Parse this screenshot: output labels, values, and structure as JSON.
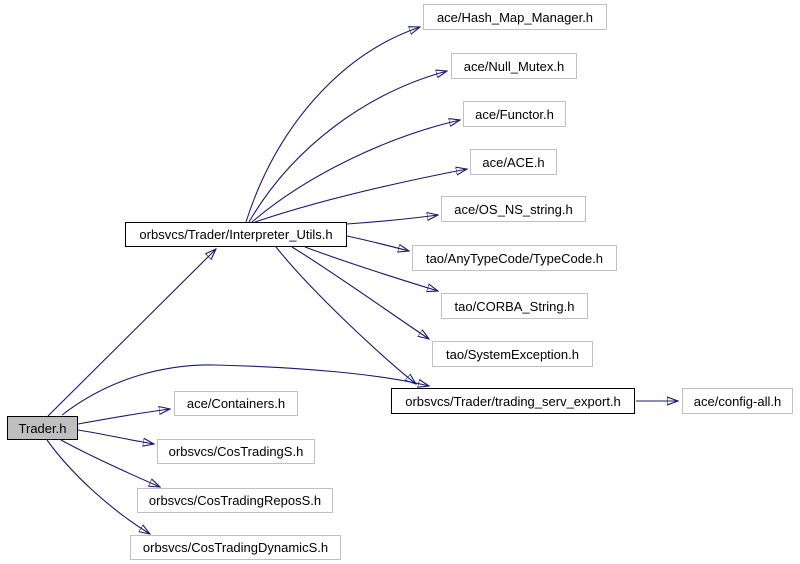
{
  "diagram": {
    "kind": "include-dependency-graph",
    "root_file": "Trader.h"
  },
  "colors": {
    "edge": "#191970",
    "node_border": "#c0c0c0",
    "highlight_border": "#000000",
    "root_fill": "#bfbfbf",
    "node_fill": "#ffffff",
    "background": "#ffffff",
    "text": "#000000"
  },
  "nodes": [
    {
      "id": "trader",
      "label": "Trader.h",
      "style": "root"
    },
    {
      "id": "interpreter-utils",
      "label": "orbsvcs/Trader/Interpreter_Utils.h",
      "style": "highlight"
    },
    {
      "id": "hash-map-manager",
      "label": "ace/Hash_Map_Manager.h",
      "style": "normal"
    },
    {
      "id": "null-mutex",
      "label": "ace/Null_Mutex.h",
      "style": "normal"
    },
    {
      "id": "functor",
      "label": "ace/Functor.h",
      "style": "normal"
    },
    {
      "id": "ace",
      "label": "ace/ACE.h",
      "style": "normal"
    },
    {
      "id": "os-ns-string",
      "label": "ace/OS_NS_string.h",
      "style": "normal"
    },
    {
      "id": "typecode",
      "label": "tao/AnyTypeCode/TypeCode.h",
      "style": "normal"
    },
    {
      "id": "corba-string",
      "label": "tao/CORBA_String.h",
      "style": "normal"
    },
    {
      "id": "system-exception",
      "label": "tao/SystemException.h",
      "style": "normal"
    },
    {
      "id": "trading-serv-export",
      "label": "orbsvcs/Trader/trading_serv_export.h",
      "style": "highlight"
    },
    {
      "id": "config-all",
      "label": "ace/config-all.h",
      "style": "normal"
    },
    {
      "id": "containers",
      "label": "ace/Containers.h",
      "style": "normal"
    },
    {
      "id": "cos-trading-s",
      "label": "orbsvcs/CosTradingS.h",
      "style": "normal"
    },
    {
      "id": "cos-trading-repos-s",
      "label": "orbsvcs/CosTradingReposS.h",
      "style": "normal"
    },
    {
      "id": "cos-trading-dynamic-s",
      "label": "orbsvcs/CosTradingDynamicS.h",
      "style": "normal"
    }
  ],
  "edges": [
    {
      "from": "trader",
      "to": "interpreter-utils"
    },
    {
      "from": "trader",
      "to": "trading-serv-export"
    },
    {
      "from": "trader",
      "to": "containers"
    },
    {
      "from": "trader",
      "to": "cos-trading-s"
    },
    {
      "from": "trader",
      "to": "cos-trading-repos-s"
    },
    {
      "from": "trader",
      "to": "cos-trading-dynamic-s"
    },
    {
      "from": "interpreter-utils",
      "to": "hash-map-manager"
    },
    {
      "from": "interpreter-utils",
      "to": "null-mutex"
    },
    {
      "from": "interpreter-utils",
      "to": "functor"
    },
    {
      "from": "interpreter-utils",
      "to": "ace"
    },
    {
      "from": "interpreter-utils",
      "to": "os-ns-string"
    },
    {
      "from": "interpreter-utils",
      "to": "typecode"
    },
    {
      "from": "interpreter-utils",
      "to": "corba-string"
    },
    {
      "from": "interpreter-utils",
      "to": "system-exception"
    },
    {
      "from": "interpreter-utils",
      "to": "trading-serv-export"
    },
    {
      "from": "trading-serv-export",
      "to": "config-all"
    }
  ]
}
